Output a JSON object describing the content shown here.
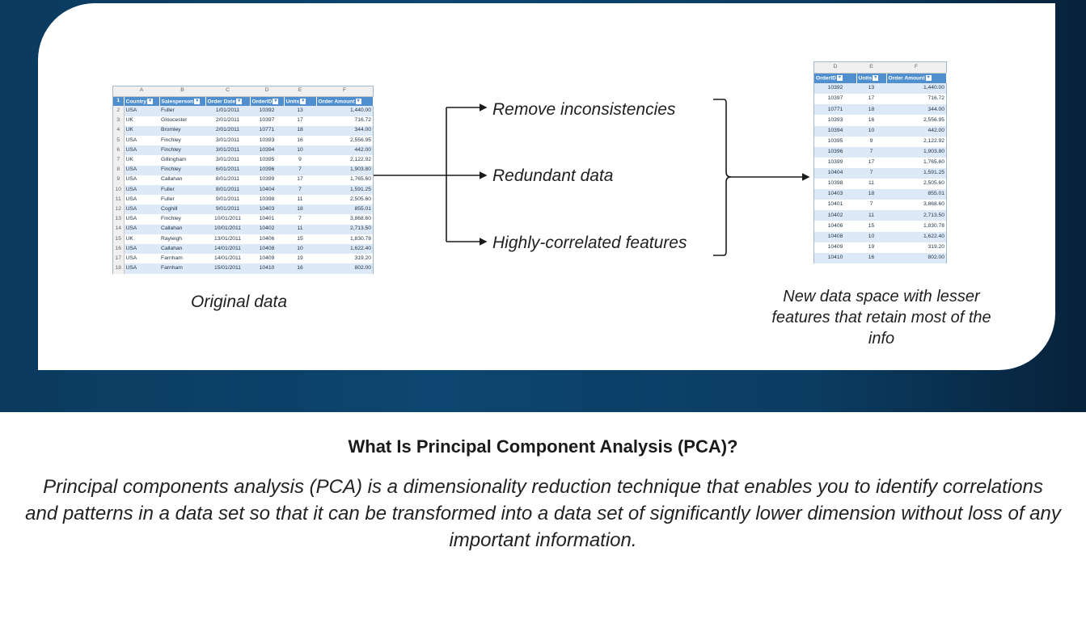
{
  "original_table": {
    "corner": "",
    "col_letters": [
      "A",
      "B",
      "C",
      "D",
      "E",
      "F"
    ],
    "headers": [
      "Country",
      "Salesperson",
      "Order Date",
      "OrderID",
      "Units",
      "Order Amount"
    ],
    "rows": [
      [
        "2",
        "USA",
        "Fuller",
        "1/01/2011",
        "10392",
        "13",
        "1,440.00"
      ],
      [
        "3",
        "UK",
        "Gloucester",
        "2/01/2011",
        "10397",
        "17",
        "716.72"
      ],
      [
        "4",
        "UK",
        "Bromley",
        "2/01/2011",
        "10771",
        "18",
        "344.00"
      ],
      [
        "5",
        "USA",
        "Finchley",
        "3/01/2011",
        "10393",
        "16",
        "2,556.95"
      ],
      [
        "6",
        "USA",
        "Finchley",
        "3/01/2011",
        "10394",
        "10",
        "442.00"
      ],
      [
        "7",
        "UK",
        "Gillingham",
        "3/01/2011",
        "10395",
        "9",
        "2,122.92"
      ],
      [
        "8",
        "USA",
        "Finchley",
        "6/01/2011",
        "10396",
        "7",
        "1,903.80"
      ],
      [
        "9",
        "USA",
        "Callahan",
        "8/01/2011",
        "10399",
        "17",
        "1,765.60"
      ],
      [
        "10",
        "USA",
        "Fuller",
        "8/01/2011",
        "10404",
        "7",
        "1,591.25"
      ],
      [
        "11",
        "USA",
        "Fuller",
        "9/01/2011",
        "10398",
        "11",
        "2,505.60"
      ],
      [
        "12",
        "USA",
        "Coghill",
        "9/01/2011",
        "10403",
        "18",
        "855.01"
      ],
      [
        "13",
        "USA",
        "Finchley",
        "10/01/2011",
        "10401",
        "7",
        "3,868.60"
      ],
      [
        "14",
        "USA",
        "Callahan",
        "10/01/2011",
        "10402",
        "11",
        "2,713.50"
      ],
      [
        "15",
        "UK",
        "Rayleigh",
        "13/01/2011",
        "10406",
        "15",
        "1,830.78"
      ],
      [
        "16",
        "USA",
        "Callahan",
        "14/01/2011",
        "10408",
        "10",
        "1,622.40"
      ],
      [
        "17",
        "USA",
        "Farnham",
        "14/01/2011",
        "10409",
        "19",
        "319.20"
      ],
      [
        "18",
        "USA",
        "Farnham",
        "15/01/2011",
        "10410",
        "16",
        "802.00"
      ]
    ],
    "header_row_number": "1"
  },
  "reduced_table": {
    "col_letters": [
      "D",
      "E",
      "F"
    ],
    "headers": [
      "OrderID",
      "Units",
      "Order Amount"
    ],
    "rows": [
      [
        "10392",
        "13",
        "1,440.00"
      ],
      [
        "10397",
        "17",
        "716.72"
      ],
      [
        "10771",
        "18",
        "344.00"
      ],
      [
        "10393",
        "16",
        "2,556.95"
      ],
      [
        "10394",
        "10",
        "442.00"
      ],
      [
        "10395",
        "9",
        "2,122.92"
      ],
      [
        "10396",
        "7",
        "1,903.80"
      ],
      [
        "10399",
        "17",
        "1,765.60"
      ],
      [
        "10404",
        "7",
        "1,591.25"
      ],
      [
        "10398",
        "11",
        "2,505.60"
      ],
      [
        "10403",
        "18",
        "855.01"
      ],
      [
        "10401",
        "7",
        "3,868.60"
      ],
      [
        "10402",
        "11",
        "2,713.50"
      ],
      [
        "10406",
        "15",
        "1,830.78"
      ],
      [
        "10408",
        "10",
        "1,622.40"
      ],
      [
        "10409",
        "19",
        "319.20"
      ],
      [
        "10410",
        "16",
        "802.00"
      ]
    ]
  },
  "labels": {
    "original": "Original data",
    "new_space": "New data space with lesser features that retain most of the info"
  },
  "steps": [
    "Remove inconsistencies",
    "Redundant data",
    "Highly-correlated features"
  ],
  "title": "What Is Principal Component Analysis (PCA)?",
  "description": "Principal components analysis (PCA) is a dimensionality reduction technique that enables you to identify correlations and patterns in a data set so that it can be transformed into a data set of significantly lower dimension without loss of any important information.",
  "colors": {
    "background_dark": "#0b3a5e",
    "table_header": "#4f8fd0",
    "table_band": "#dde9f6"
  }
}
